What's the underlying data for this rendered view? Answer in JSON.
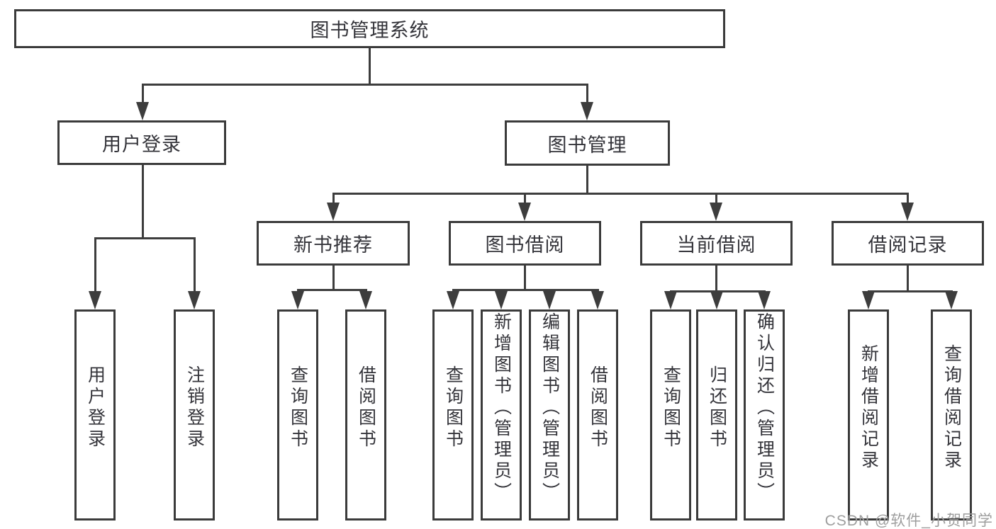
{
  "watermark": "CSDN @软件_小贺同学",
  "colors": {
    "line": "#3d3d3d",
    "text": "#34343a",
    "watermark": "#9e9e9e"
  },
  "tree": {
    "root": "图书管理系统",
    "branches": [
      {
        "label": "用户登录",
        "children": [
          "用户登录",
          "注销登录"
        ]
      },
      {
        "label": "图书管理",
        "groups": [
          {
            "label": "新书推荐",
            "children": [
              "查询图书",
              "借阅图书"
            ]
          },
          {
            "label": "图书借阅",
            "children": [
              "查询图书",
              "新增图书（管理员）",
              "编辑图书（管理员）",
              "借阅图书"
            ]
          },
          {
            "label": "当前借阅",
            "children": [
              "查询图书",
              "归还图书",
              "确认归还（管理员）"
            ]
          },
          {
            "label": "借阅记录",
            "children": [
              "新增借阅记录",
              "查询借阅记录"
            ]
          }
        ]
      }
    ]
  }
}
